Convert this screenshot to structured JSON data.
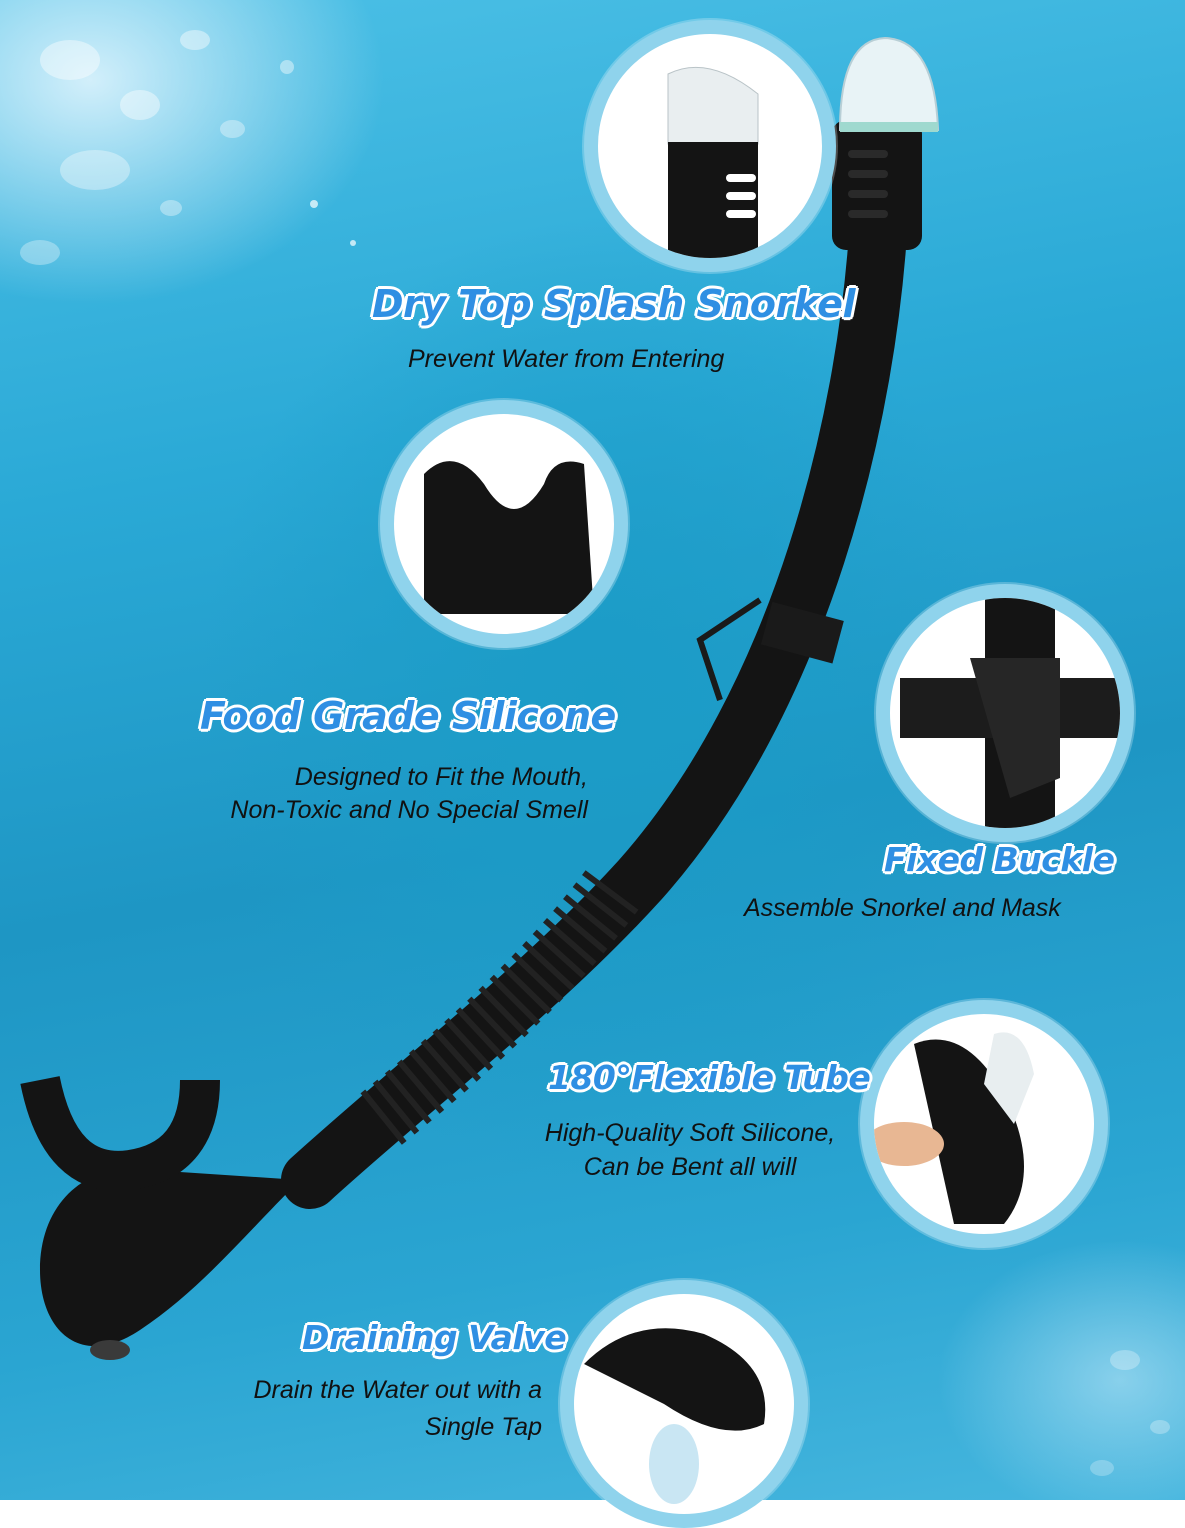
{
  "features": [
    {
      "title": "Dry Top Splash Snorkel",
      "description": [
        "Prevent Water from Entering"
      ]
    },
    {
      "title": "Food Grade Silicone",
      "description": [
        "Designed to Fit the Mouth,",
        "Non-Toxic and No Special Smell"
      ]
    },
    {
      "title": "Fixed Buckle",
      "description": [
        "Assemble Snorkel and Mask"
      ]
    },
    {
      "title": "180°Flexible Tube",
      "description": [
        "High-Quality Soft Silicone,",
        "Can be Bent all will"
      ]
    },
    {
      "title": "Draining Valve",
      "description": [
        "Drain the Water out with a",
        "Single Tap"
      ]
    }
  ],
  "colors": {
    "title": "#2f8fe3",
    "background": "#1e96c4",
    "ring": "#8fd3ec",
    "product": "#141414"
  }
}
